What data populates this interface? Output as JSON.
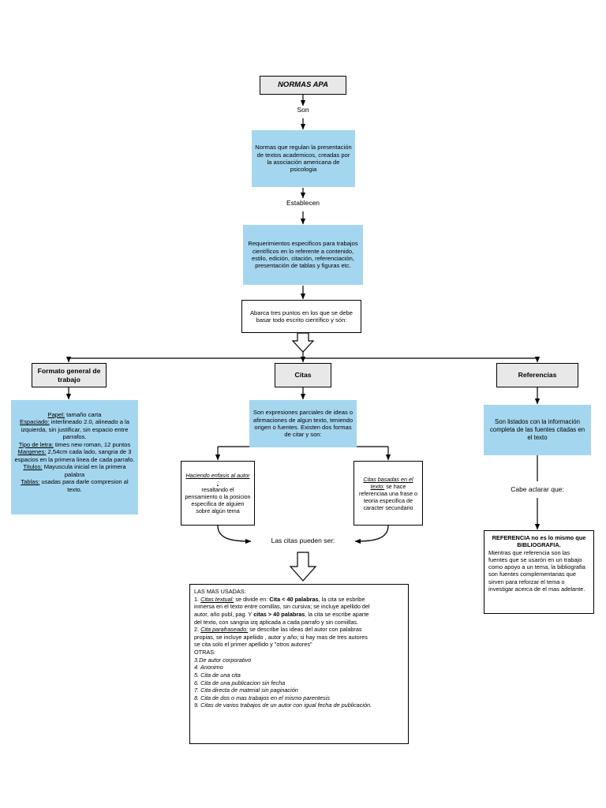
{
  "diagram": {
    "title": "NORMAS APA",
    "type": "concept-map",
    "accent_blue": "#a5d6ef",
    "header_grey": "#e8e8e8",
    "nodes": {
      "title": "NORMAS APA",
      "normas": "Normas que regulan la presentación de textos academicos, creadas por la asociación americana de psicologia",
      "requerimientos": "Requerimientos especificos para trabajos científicos en lo referente a contenido, estilo, edición, citación, referenciación, presentación de tablas y figuras etc.",
      "abarca": "Abarca tres puntos en los que se debe basar todo escrito científico y són:",
      "formato_header": "Formato general de trabajo",
      "citas_header": "Citas",
      "referencias_header": "Referencias",
      "citas_body": "Son expresiones parciales de ideas o afirmaciones de algun texto, teniendo origen o fuentes. Existen dos formas de citar y son:",
      "referencias_body": "Son listados con la información completa de las fuentes citadas en el texto",
      "enfasis_title": "Haciendo enfasis al autor :",
      "enfasis_body": "resaltando el pensamiento o la posicion especifica de alguien sobre algún tema",
      "basadas_title": "Citas basadas en el texto:",
      "basadas_body": " se hace referenciaa una frase o teoria especifica de caracter secundario"
    },
    "formato_lines": [
      {
        "label": "Papel:",
        "text": " tamaño carta"
      },
      {
        "label": "Espaciado:",
        "text": " interlineado 2.0, alineado a la izquierda, sin justificar, sin espacio entre parrafos."
      },
      {
        "label": "Tipo de letra:",
        "text": " times new roman, 12 puntos"
      },
      {
        "label": "Margenes:",
        "text": " 2,54cm cada lado, sangria de 3 espacios en la primera linea de cada parrafo."
      },
      {
        "label": "Titulos:",
        "text": " Mayuscula inicial en la primera palabra"
      },
      {
        "label": "Tablas:",
        "text": " usadas para darle compresion al texto."
      }
    ],
    "edge_labels": {
      "son": "Son",
      "establecen": "Establecen",
      "las_citas_pueden_ser": "Las citas pueden ser:",
      "cabe_aclarar": "Cabe aclarar que:"
    },
    "bibliografia": {
      "heading": "REFERENCIA no es lo mismo que BIBLIOGRAFIA.",
      "body": "Mientras que referencia son las fuentes que se usarón en un trabajo como apoyo a un tema, la bibliografia son fuentes complementarias que sirven para reforzar el tema o investigar acerca de el mas adelante."
    },
    "usadas": {
      "heading": "LAS MAS USADAS:",
      "lines": [
        "1. Citas textual: se divide en:  Cita < 40 palabras, la  cita se esbribe",
        "inmersa en el texto entre comillas, sin cursiva; se incluye apellido del",
        "autor, año publ, pag.  Y citas > 40 palabras, la cita se escribe aparte",
        "del texto, con sangria izq aplicada a cada parrafo y sin comiillas.",
        "2. Cita parafraseado: se describe las ideas del autor con palabras",
        "propias, se incluye apeliido , autor y año; si hay mas de tres autores",
        "se cita solo el primer apellido y \"otros autores\"",
        "OTRAS:",
        "3.De autor corporativo",
        "4. Anonimo",
        "5. Cita de una cita",
        "6. Cita de una publicacion sin fecha",
        "7. Cita directa de material sin paginación",
        "8. Cita de dos o mas trabajos en el mismo parentesis",
        "9. Citas de varios trabajos de un autor con igual fecha de publicación."
      ]
    }
  }
}
